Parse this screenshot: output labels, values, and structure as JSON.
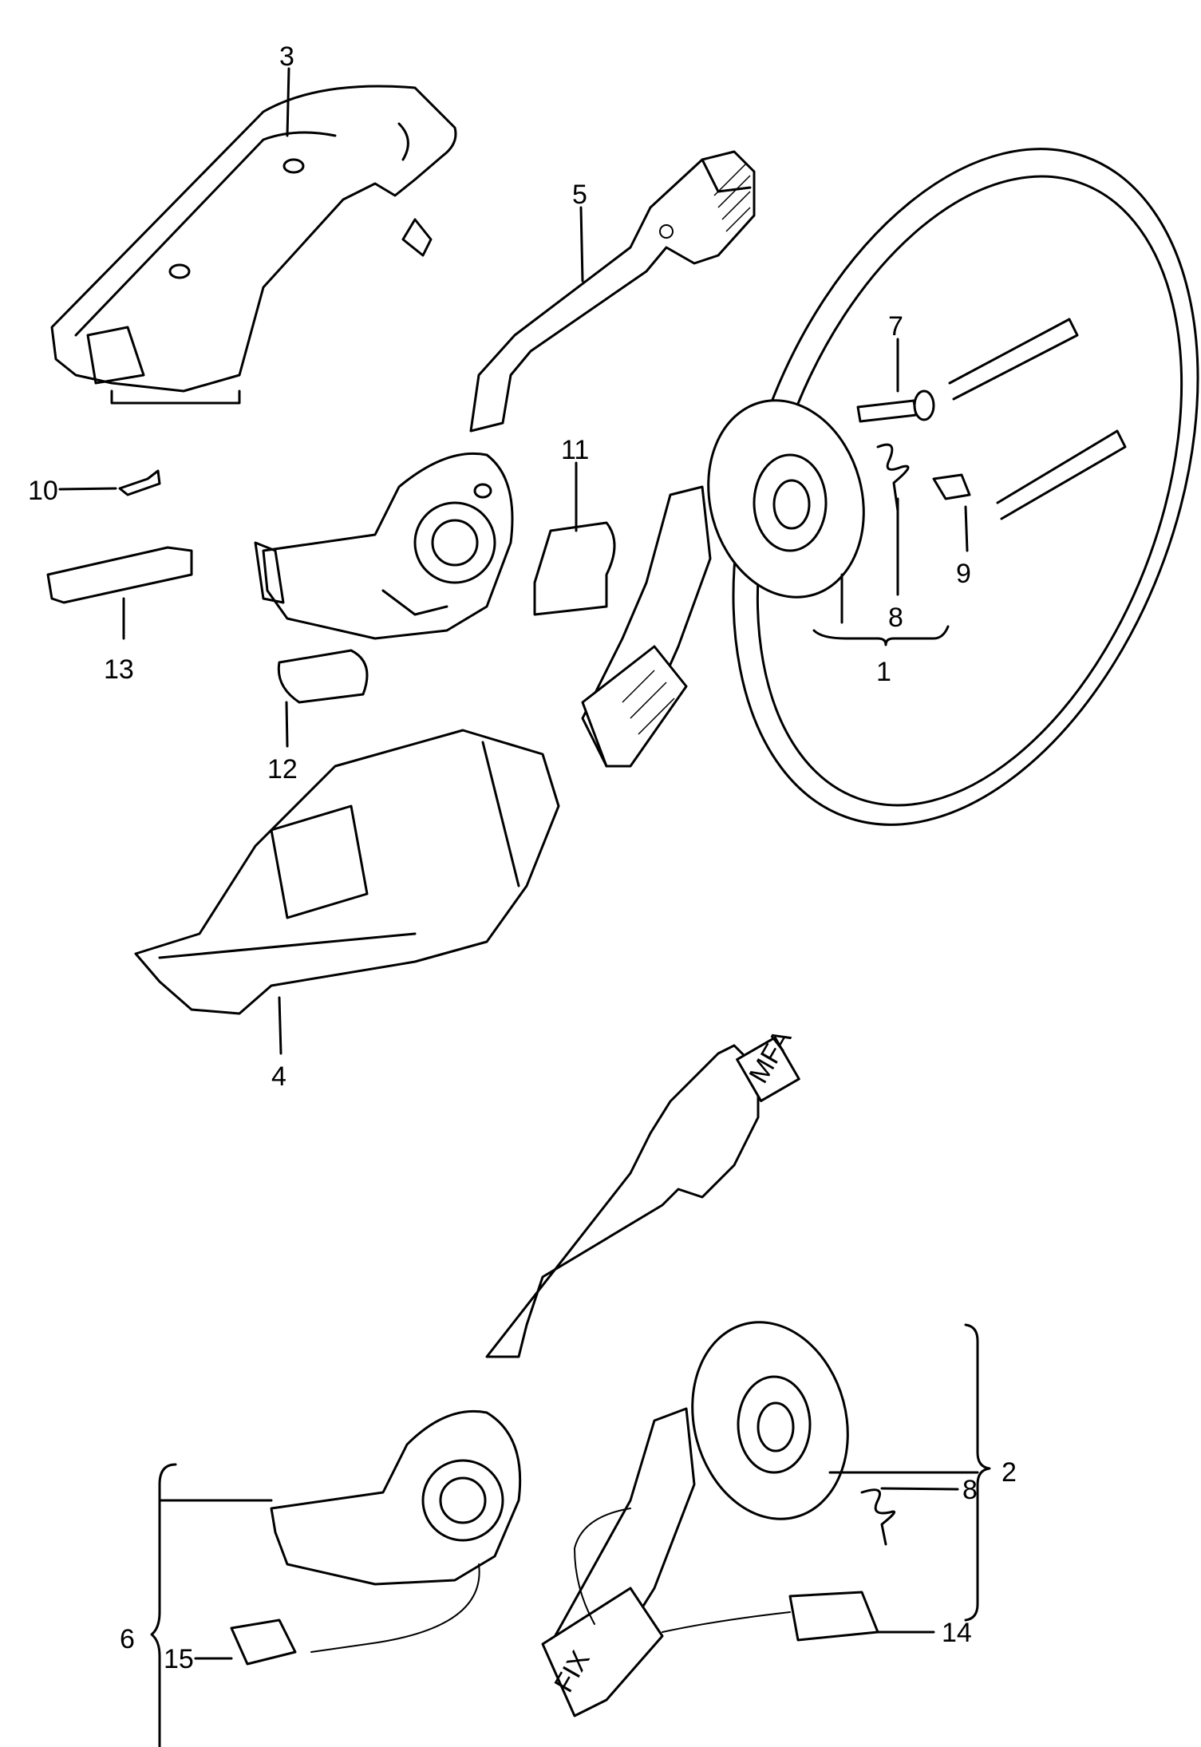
{
  "labels": {
    "p1": "1",
    "p2": "2",
    "p3": "3",
    "p4": "4",
    "p5": "5",
    "p6": "6",
    "p7": "7",
    "p8a": "8",
    "p8b": "8",
    "p9": "9",
    "p10": "10",
    "p11": "11",
    "p12": "12",
    "p13": "13",
    "p14": "14",
    "p15": "15"
  },
  "switch_text": {
    "mfa": "MFA",
    "fix": "FIX"
  }
}
